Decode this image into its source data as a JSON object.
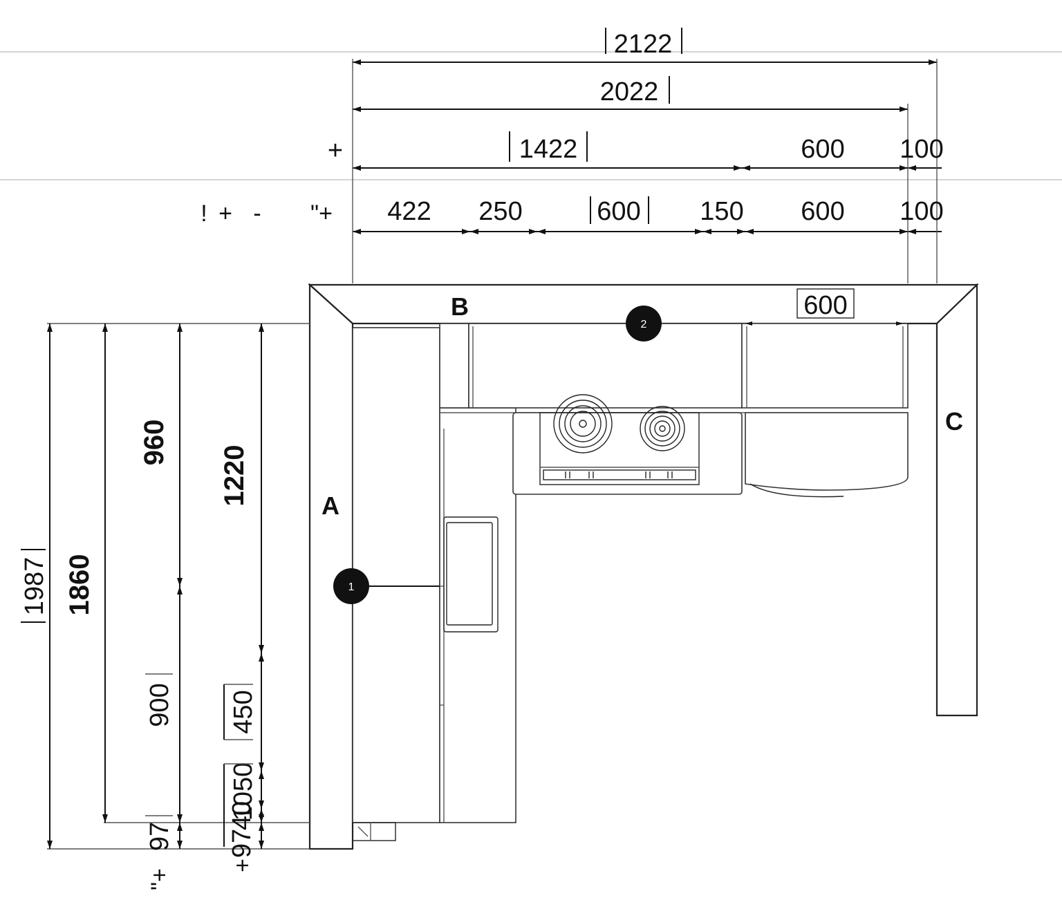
{
  "top_dimensions": {
    "row1": [
      "2122"
    ],
    "row2": [
      "2022"
    ],
    "row3": [
      "1422",
      "600",
      "100"
    ],
    "row4": [
      "422",
      "250",
      "600",
      "150",
      "600",
      "100"
    ],
    "row3_prefix": "+",
    "row4_prefix": [
      "!",
      "+",
      "-",
      "\"+"
    ]
  },
  "left_dimensions": {
    "col1": "1987",
    "col2": "1860",
    "col3": [
      "960",
      "900",
      "97"
    ],
    "col4": [
      "1220",
      "450",
      "1050",
      "40",
      "97"
    ],
    "col3_suffix": "\"+",
    "col4_suffix": "+"
  },
  "walls": {
    "a": "A",
    "b": "B",
    "c": "C"
  },
  "inner_dimension": "600",
  "markers": [
    "1",
    "2"
  ]
}
